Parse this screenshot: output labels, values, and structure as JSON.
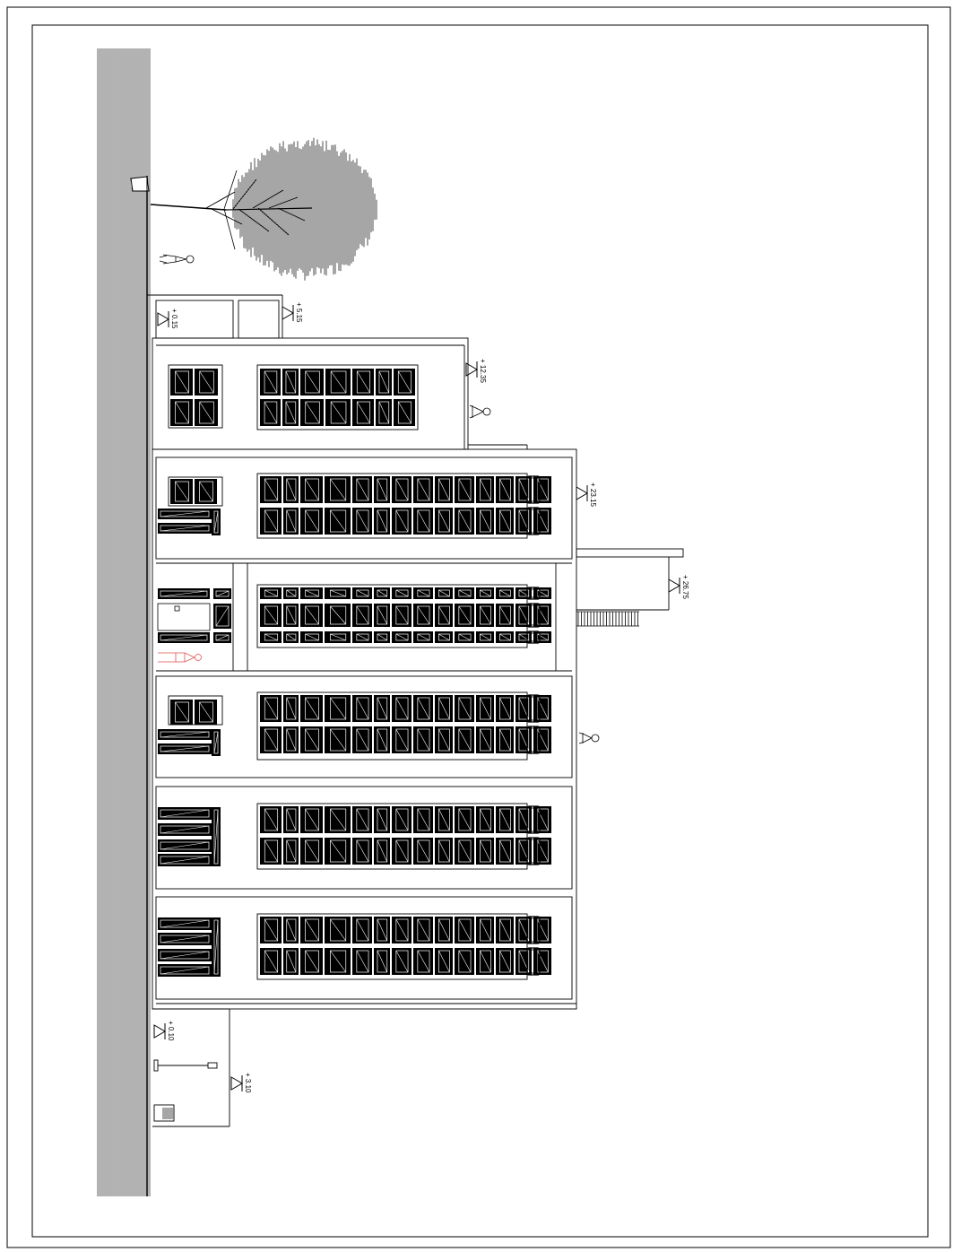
{
  "drawing": {
    "type": "architectural-elevation",
    "orientation": "rotated-90",
    "colors": {
      "line": "#000000",
      "fill": "#000000",
      "person_highlight": "#e05050",
      "paper": "#ffffff"
    },
    "levels": [
      {
        "id": "lvl-0-15",
        "label": "+ 0.15"
      },
      {
        "id": "lvl-5-15",
        "label": "+ 5.15"
      },
      {
        "id": "lvl-12-35",
        "label": "+ 12.35"
      },
      {
        "id": "lvl-23-15",
        "label": "+ 23.15"
      },
      {
        "id": "lvl-26-75",
        "label": "+ 26.75"
      },
      {
        "id": "lvl-0-10",
        "label": "+ 0.10"
      },
      {
        "id": "lvl-3-10",
        "label": "+ 3.10"
      }
    ]
  }
}
